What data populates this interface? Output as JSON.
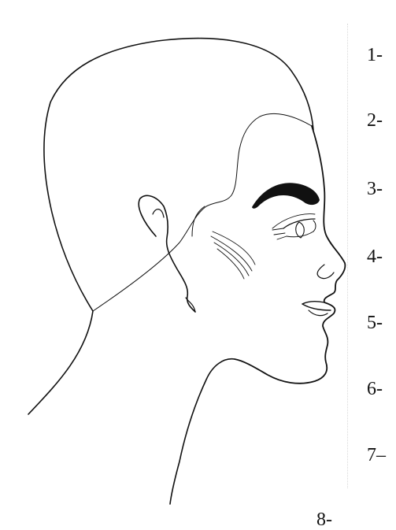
{
  "labels": [
    "1-",
    "2-",
    "3-",
    "4-",
    "5-",
    "6-",
    "7–",
    "8-"
  ],
  "colors": {
    "line": "#111111",
    "eyebrow": "#111111",
    "background": "#ffffff"
  }
}
